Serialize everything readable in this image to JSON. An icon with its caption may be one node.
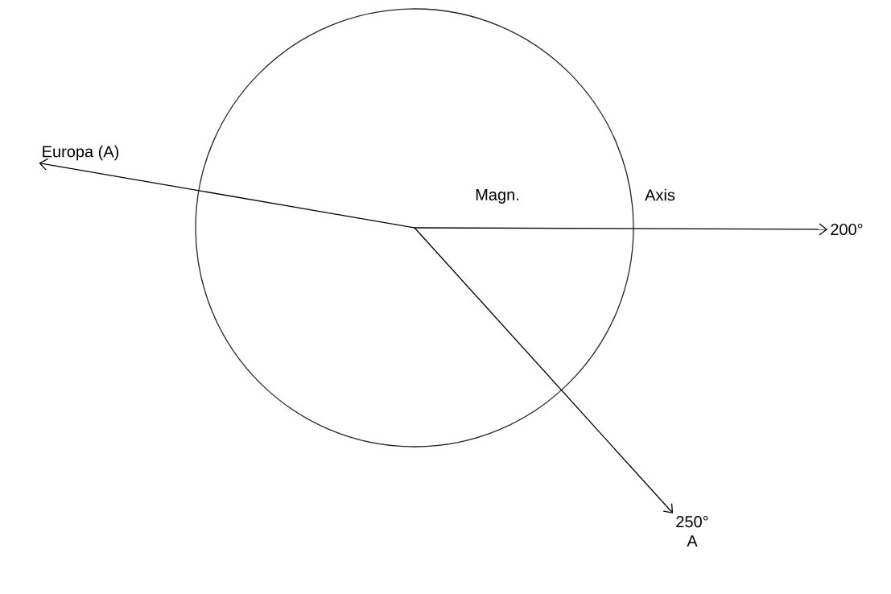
{
  "diagram": {
    "nodes": [
      {
        "text": [
          "Europa (A)"
        ]
      },
      {
        "text": [
          "200°"
        ]
      },
      {
        "text": [
          "250°",
          "A"
        ]
      }
    ],
    "edges": [
      {
        "from": null,
        "to": 0,
        "arrow": "to"
      },
      {
        "from": null,
        "to": 1,
        "arrow": "to"
      },
      {
        "from": null,
        "to": 2,
        "arrow": "to"
      }
    ],
    "labels": [
      "Magn.",
      "Axis"
    ]
  }
}
